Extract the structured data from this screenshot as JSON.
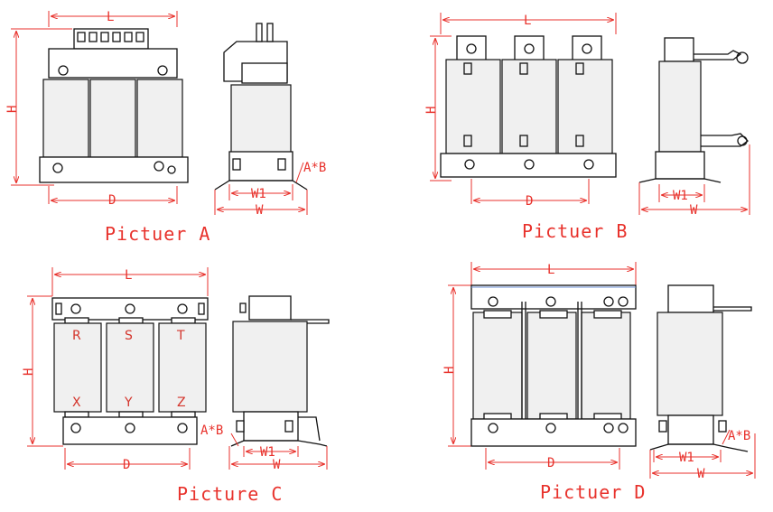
{
  "dimensions": {
    "L": "L",
    "H": "H",
    "D": "D",
    "W": "W",
    "W1": "W1",
    "AB": "A*B"
  },
  "captions": {
    "a": "Pictuer A",
    "b": "Pictuer B",
    "c": "Picture C",
    "d": "Pictuer D"
  },
  "coil_labels": {
    "top": [
      "R",
      "S",
      "T"
    ],
    "bottom": [
      "X",
      "Y",
      "Z"
    ]
  },
  "colors": {
    "dimension": "#e8322c",
    "outline": "#111111"
  }
}
